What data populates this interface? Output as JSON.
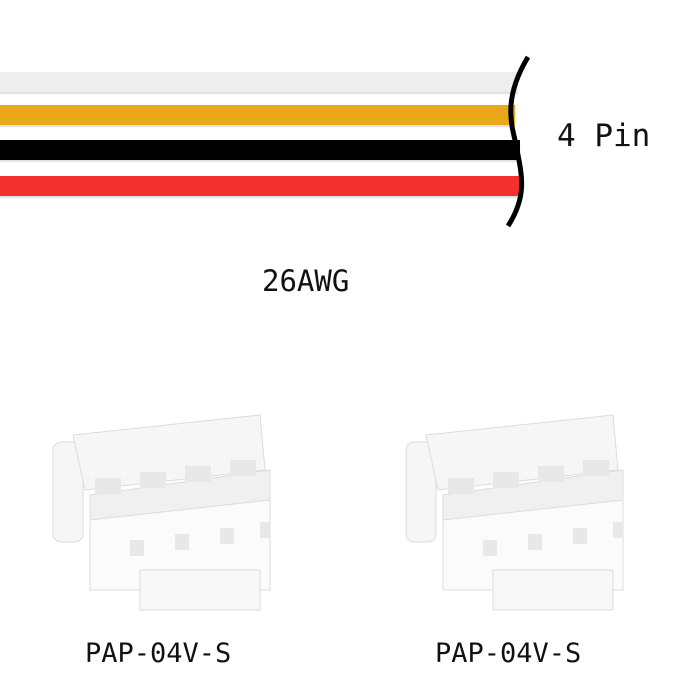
{
  "cable": {
    "pin_label": "4 Pin",
    "gauge_label": "26AWG",
    "wire_colors": [
      "#efeeec",
      "#e9a817",
      "#000000",
      "#f42f2f"
    ]
  },
  "connectors": [
    {
      "part_number": "PAP-04V-S"
    },
    {
      "part_number": "PAP-04V-S"
    }
  ]
}
